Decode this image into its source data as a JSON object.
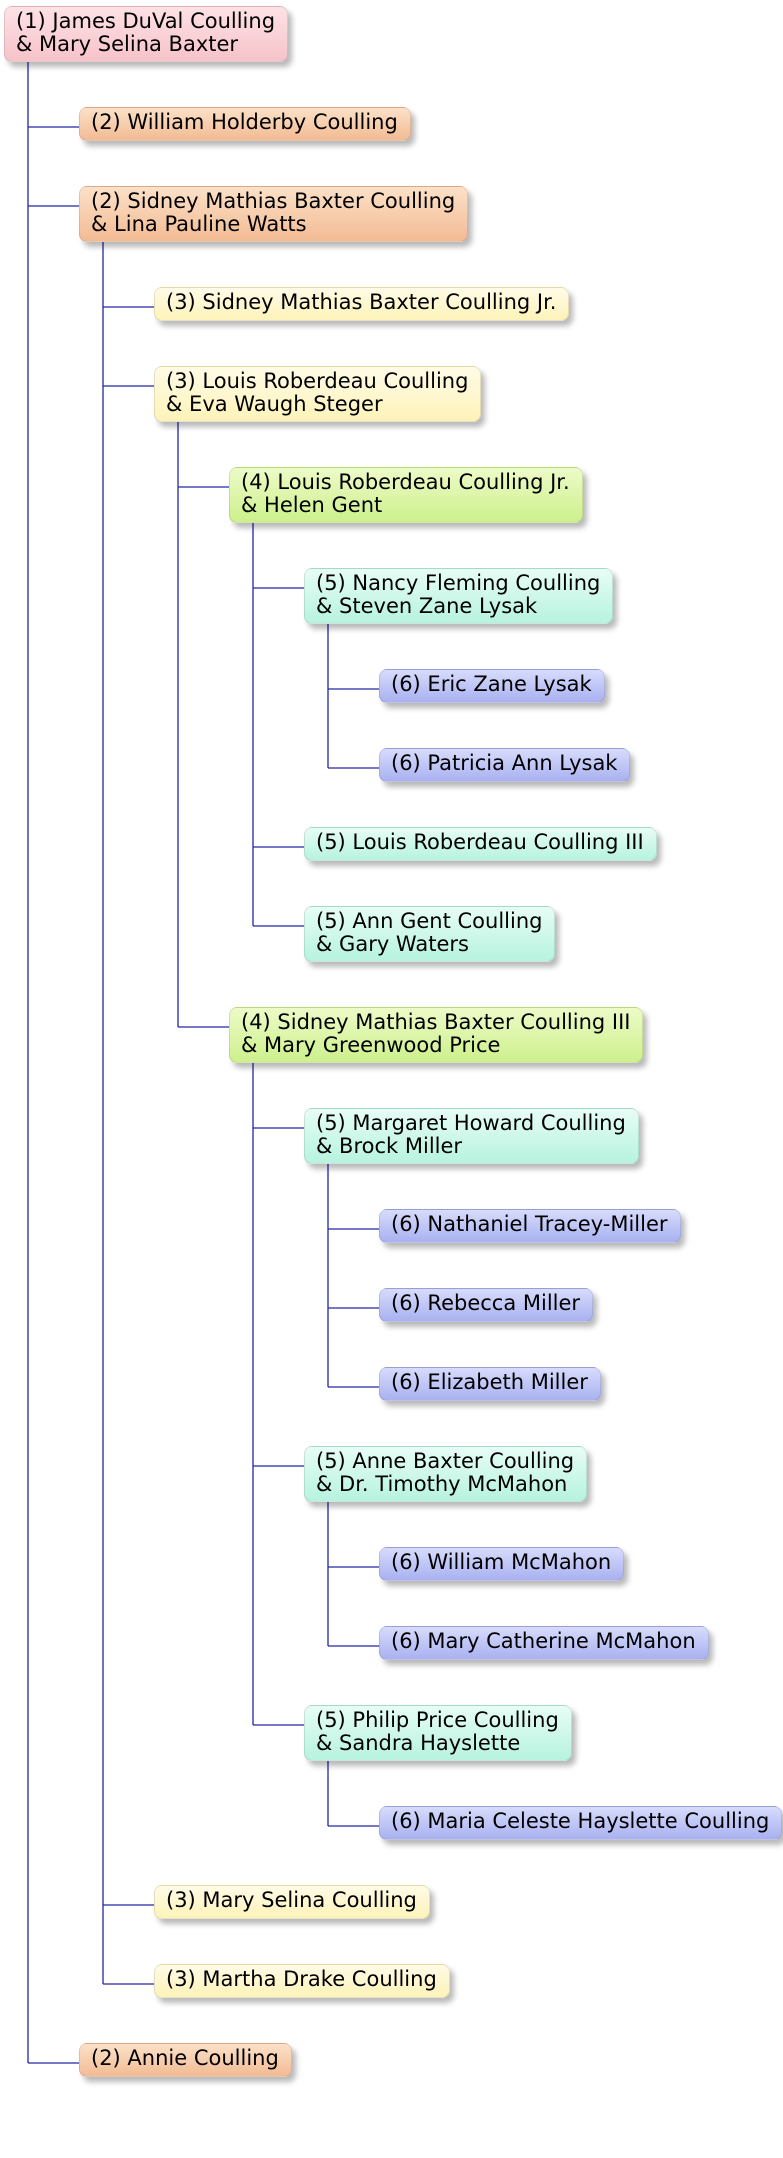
{
  "colors": {
    "connector": "#2626a6",
    "gen1": "#f6c3c9",
    "gen2": "#f2bb94",
    "gen3": "#fdf3b9",
    "gen4": "#cdf08c",
    "gen5": "#b7f3de",
    "gen6": "#a9b1f0"
  },
  "tree": {
    "id": "james-duval-coulling",
    "gen": 1,
    "lines": [
      "(1) James DuVal Coulling",
      "& Mary Selina Baxter"
    ],
    "children": [
      {
        "id": "william-holderby-coulling",
        "gen": 2,
        "lines": [
          "(2) William Holderby Coulling"
        ],
        "children": []
      },
      {
        "id": "sidney-mathias-baxter-coulling",
        "gen": 2,
        "lines": [
          "(2) Sidney Mathias Baxter Coulling",
          "& Lina Pauline Watts"
        ],
        "children": [
          {
            "id": "sidney-mathias-baxter-coulling-jr",
            "gen": 3,
            "lines": [
              "(3) Sidney Mathias Baxter Coulling Jr."
            ],
            "children": []
          },
          {
            "id": "louis-roberdeau-coulling",
            "gen": 3,
            "lines": [
              "(3) Louis Roberdeau Coulling",
              "& Eva Waugh Steger"
            ],
            "children": [
              {
                "id": "louis-roberdeau-coulling-jr",
                "gen": 4,
                "lines": [
                  "(4) Louis Roberdeau Coulling Jr.",
                  "& Helen Gent"
                ],
                "children": [
                  {
                    "id": "nancy-fleming-coulling",
                    "gen": 5,
                    "lines": [
                      "(5) Nancy Fleming Coulling",
                      "& Steven Zane Lysak"
                    ],
                    "children": [
                      {
                        "id": "eric-zane-lysak",
                        "gen": 6,
                        "lines": [
                          "(6) Eric Zane Lysak"
                        ],
                        "children": []
                      },
                      {
                        "id": "patricia-ann-lysak",
                        "gen": 6,
                        "lines": [
                          "(6) Patricia Ann Lysak"
                        ],
                        "children": []
                      }
                    ]
                  },
                  {
                    "id": "louis-roberdeau-coulling-iii",
                    "gen": 5,
                    "lines": [
                      "(5) Louis Roberdeau Coulling III"
                    ],
                    "children": []
                  },
                  {
                    "id": "ann-gent-coulling",
                    "gen": 5,
                    "lines": [
                      "(5) Ann Gent Coulling",
                      "& Gary Waters"
                    ],
                    "children": []
                  }
                ]
              },
              {
                "id": "sidney-mathias-baxter-coulling-iii",
                "gen": 4,
                "lines": [
                  "(4) Sidney Mathias Baxter Coulling III",
                  "& Mary Greenwood Price"
                ],
                "children": [
                  {
                    "id": "margaret-howard-coulling",
                    "gen": 5,
                    "lines": [
                      "(5) Margaret Howard Coulling",
                      "& Brock Miller"
                    ],
                    "children": [
                      {
                        "id": "nathaniel-tracey-miller",
                        "gen": 6,
                        "lines": [
                          "(6) Nathaniel Tracey-Miller"
                        ],
                        "children": []
                      },
                      {
                        "id": "rebecca-miller",
                        "gen": 6,
                        "lines": [
                          "(6) Rebecca Miller"
                        ],
                        "children": []
                      },
                      {
                        "id": "elizabeth-miller",
                        "gen": 6,
                        "lines": [
                          "(6) Elizabeth Miller"
                        ],
                        "children": []
                      }
                    ]
                  },
                  {
                    "id": "anne-baxter-coulling",
                    "gen": 5,
                    "lines": [
                      "(5) Anne Baxter Coulling",
                      "& Dr. Timothy McMahon"
                    ],
                    "children": [
                      {
                        "id": "william-mcmahon",
                        "gen": 6,
                        "lines": [
                          "(6) William McMahon"
                        ],
                        "children": []
                      },
                      {
                        "id": "mary-catherine-mcmahon",
                        "gen": 6,
                        "lines": [
                          "(6) Mary Catherine McMahon"
                        ],
                        "children": []
                      }
                    ]
                  },
                  {
                    "id": "philip-price-coulling",
                    "gen": 5,
                    "lines": [
                      "(5) Philip Price Coulling",
                      "& Sandra Hayslette"
                    ],
                    "children": [
                      {
                        "id": "maria-celeste-hayslette-coulling",
                        "gen": 6,
                        "lines": [
                          "(6) Maria Celeste Hayslette Coulling"
                        ],
                        "children": []
                      }
                    ]
                  }
                ]
              }
            ]
          },
          {
            "id": "mary-selina-coulling",
            "gen": 3,
            "lines": [
              "(3) Mary Selina Coulling"
            ],
            "children": []
          },
          {
            "id": "martha-drake-coulling",
            "gen": 3,
            "lines": [
              "(3) Martha Drake Coulling"
            ],
            "children": []
          }
        ]
      },
      {
        "id": "annie-coulling",
        "gen": 2,
        "lines": [
          "(2) Annie Coulling"
        ],
        "children": []
      }
    ]
  }
}
